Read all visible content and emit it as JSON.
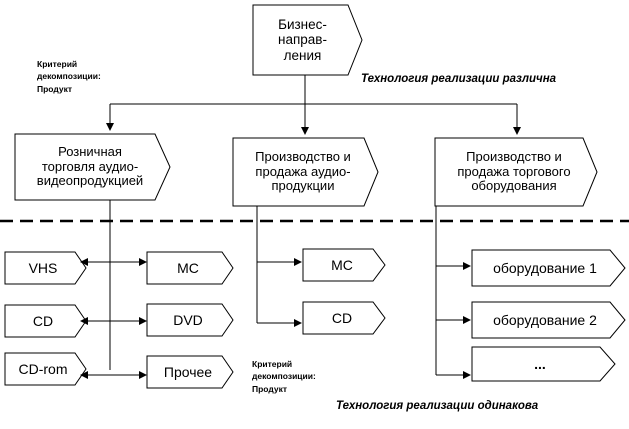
{
  "root": {
    "label": "Бизнес-\nнаправ-\nления"
  },
  "top_note": {
    "criterion_lines": [
      "Критерий",
      "декомпозиции:",
      "Продукт"
    ],
    "technology": "Технология реализации различна"
  },
  "divisions": [
    {
      "label": "Розничная\nторговля аудио-\nвидеопродукцией"
    },
    {
      "label": "Производство и\nпродажа аудио-\nпродукции"
    },
    {
      "label": "Производство и\nпродажа торгового\nоборудования"
    }
  ],
  "retail_left": [
    "VHS",
    "CD",
    "CD-rom"
  ],
  "retail_right": [
    "MC",
    "DVD",
    "Прочее"
  ],
  "audio_products": [
    "MC",
    "CD"
  ],
  "equipment_products": [
    "оборудование 1",
    "оборудование 2",
    "..."
  ],
  "bottom_note": {
    "criterion_lines": [
      "Критерий",
      "декомпозиции:",
      "Продукт"
    ],
    "technology": "Технология реализации одинакова"
  }
}
